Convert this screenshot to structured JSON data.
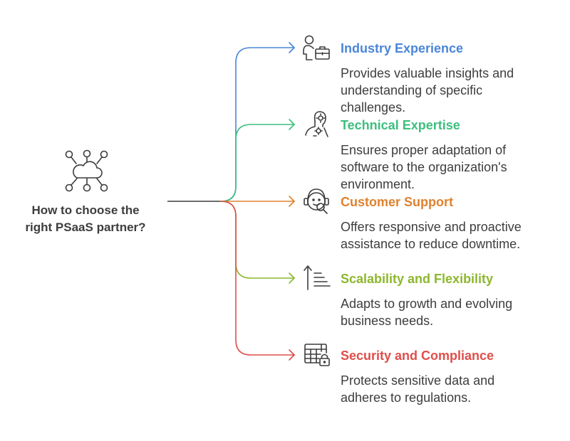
{
  "root": {
    "question_lines": [
      "How to choose the",
      "right PSaaS partner?"
    ],
    "icon": "cloud-network-icon",
    "color": "#3d3d3d"
  },
  "branches": [
    {
      "title": "Industry Experience",
      "description_lines": [
        "Provides valuable insights and",
        "understanding of specific",
        "challenges."
      ],
      "color": "#4a86d9",
      "icon": "person-briefcase-icon"
    },
    {
      "title": "Technical Expertise",
      "description_lines": [
        "Ensures proper adaptation of",
        "software to the organization's",
        "environment."
      ],
      "color": "#3cbf7e",
      "icon": "head-gears-icon"
    },
    {
      "title": "Customer Support",
      "description_lines": [
        "Offers responsive and proactive",
        "assistance to reduce downtime."
      ],
      "color": "#e0812e",
      "icon": "headset-search-icon"
    },
    {
      "title": "Scalability and Flexibility",
      "description_lines": [
        "Adapts to growth and evolving",
        "business needs."
      ],
      "color": "#8db72e",
      "icon": "scale-up-arrow-icon"
    },
    {
      "title": "Security and Compliance",
      "description_lines": [
        "Protects sensitive data and",
        "adheres to regulations."
      ],
      "color": "#de4f4a",
      "icon": "table-lock-icon"
    }
  ]
}
